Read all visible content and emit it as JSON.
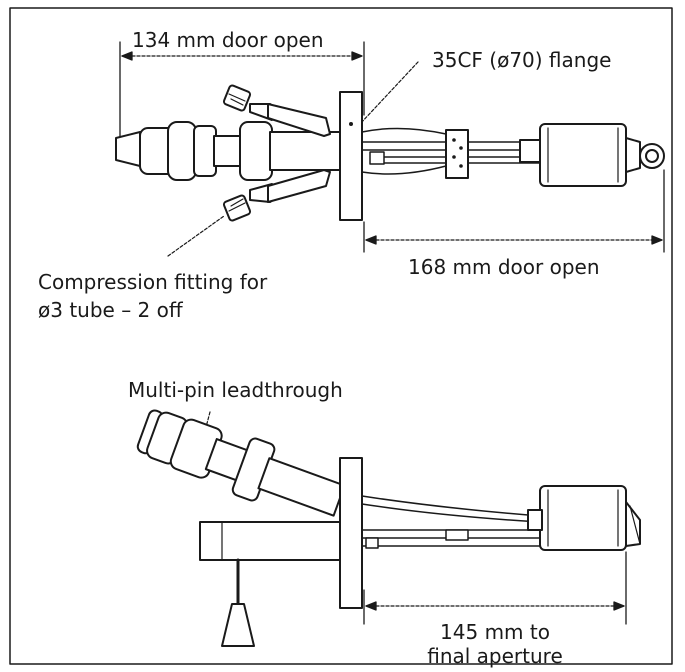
{
  "labels": {
    "door_open_134": "134 mm door open",
    "flange": "35CF (ø70) flange",
    "door_open_168": "168 mm door open",
    "compression_line1": "Compression fitting for",
    "compression_line2": "ø3 tube – 2 off",
    "multipin": "Multi-pin leadthrough",
    "aperture_line1": "145 mm to",
    "aperture_line2": "final aperture"
  },
  "colors": {
    "ink": "#1a1a1a",
    "background": "#ffffff"
  }
}
